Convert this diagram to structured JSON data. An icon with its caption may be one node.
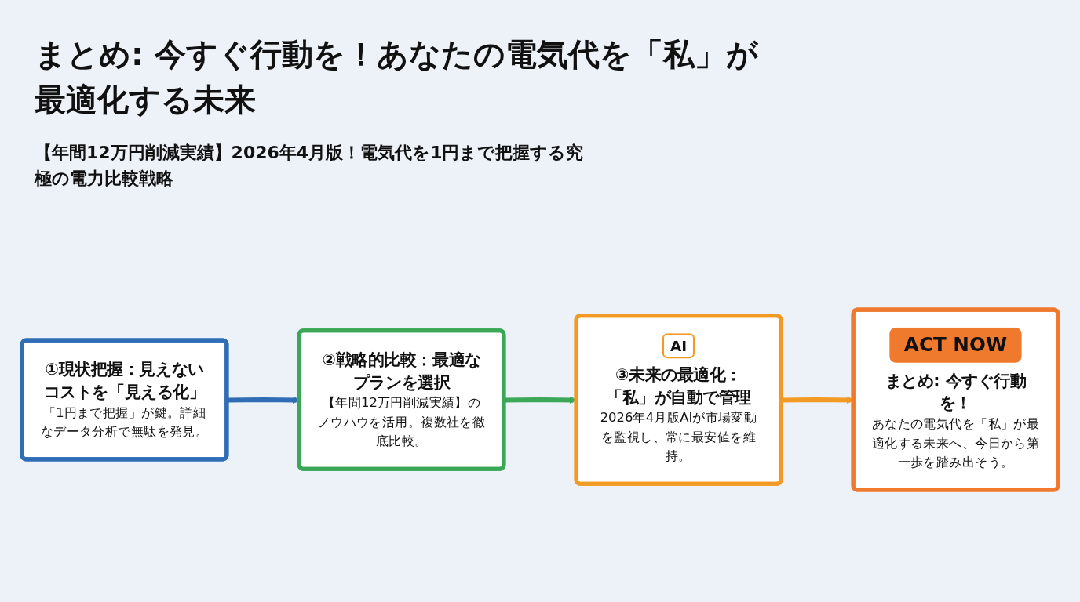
{
  "diagram": {
    "title": "まとめ: 今すぐ行動を！あなたの電気代を「私」が最適化する未来",
    "nodes": [
      {
        "text": [
          "①現状把握：見えないコストを「見える化」",
          "「1円まで把握」が鍵。詳細なデータ分析で無駄を発見。"
        ]
      },
      {
        "text": [
          "②戦略的比較：最適なプランを選択",
          "【年間12万円削減実績】のノウハウを活用。複数社を徹底比較。"
        ]
      },
      {
        "text": [
          "AI",
          "③未来の最適化：「私」が自動で管理",
          "2026年4月版AIが市場変動を監視し、常に最安値を維持。"
        ]
      },
      {
        "text": [
          "ACT NOW",
          "まとめ: 今すぐ行動を！",
          "あなたの電気代を「私」が最適化する未来へ、今日から第一歩を踏み出そう。"
        ]
      }
    ],
    "edges": [
      {
        "from": 0,
        "to": 1,
        "arrow": "to",
        "color": "#2f6db5"
      },
      {
        "from": 1,
        "to": 2,
        "arrow": "to",
        "color": "#3aa857"
      },
      {
        "from": 2,
        "to": 3,
        "arrow": "to",
        "color": "#f29a24"
      }
    ],
    "labels": [
      "【年間12万円削減実績】2026年4月版！電気代を1円まで把握する究極の電力比較戦略"
    ]
  }
}
